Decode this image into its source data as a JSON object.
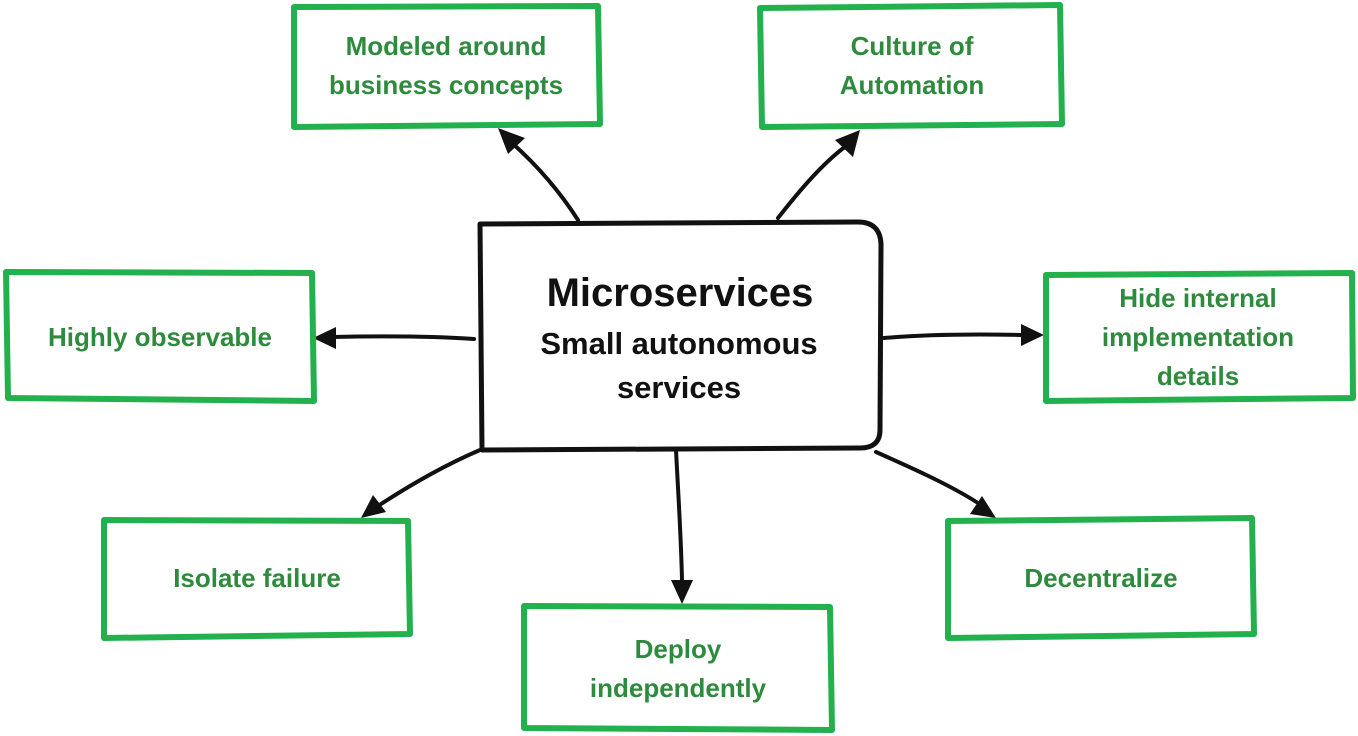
{
  "center": {
    "title": "Microservices",
    "subtitle": [
      "Small autonomous",
      "services"
    ]
  },
  "nodes": {
    "modeled": [
      "Modeled around",
      "business concepts"
    ],
    "culture": [
      "Culture of",
      "Automation"
    ],
    "observable": [
      "Highly observable"
    ],
    "hide": [
      "Hide internal",
      "implementation",
      "details"
    ],
    "isolate": [
      "Isolate failure"
    ],
    "deploy": [
      "Deploy",
      "independently"
    ],
    "decentralize": [
      "Decentralize"
    ]
  },
  "colors": {
    "node_border": "#22b14c",
    "node_text": "#2e8b3e",
    "center_border": "#111111",
    "arrow": "#111111"
  }
}
